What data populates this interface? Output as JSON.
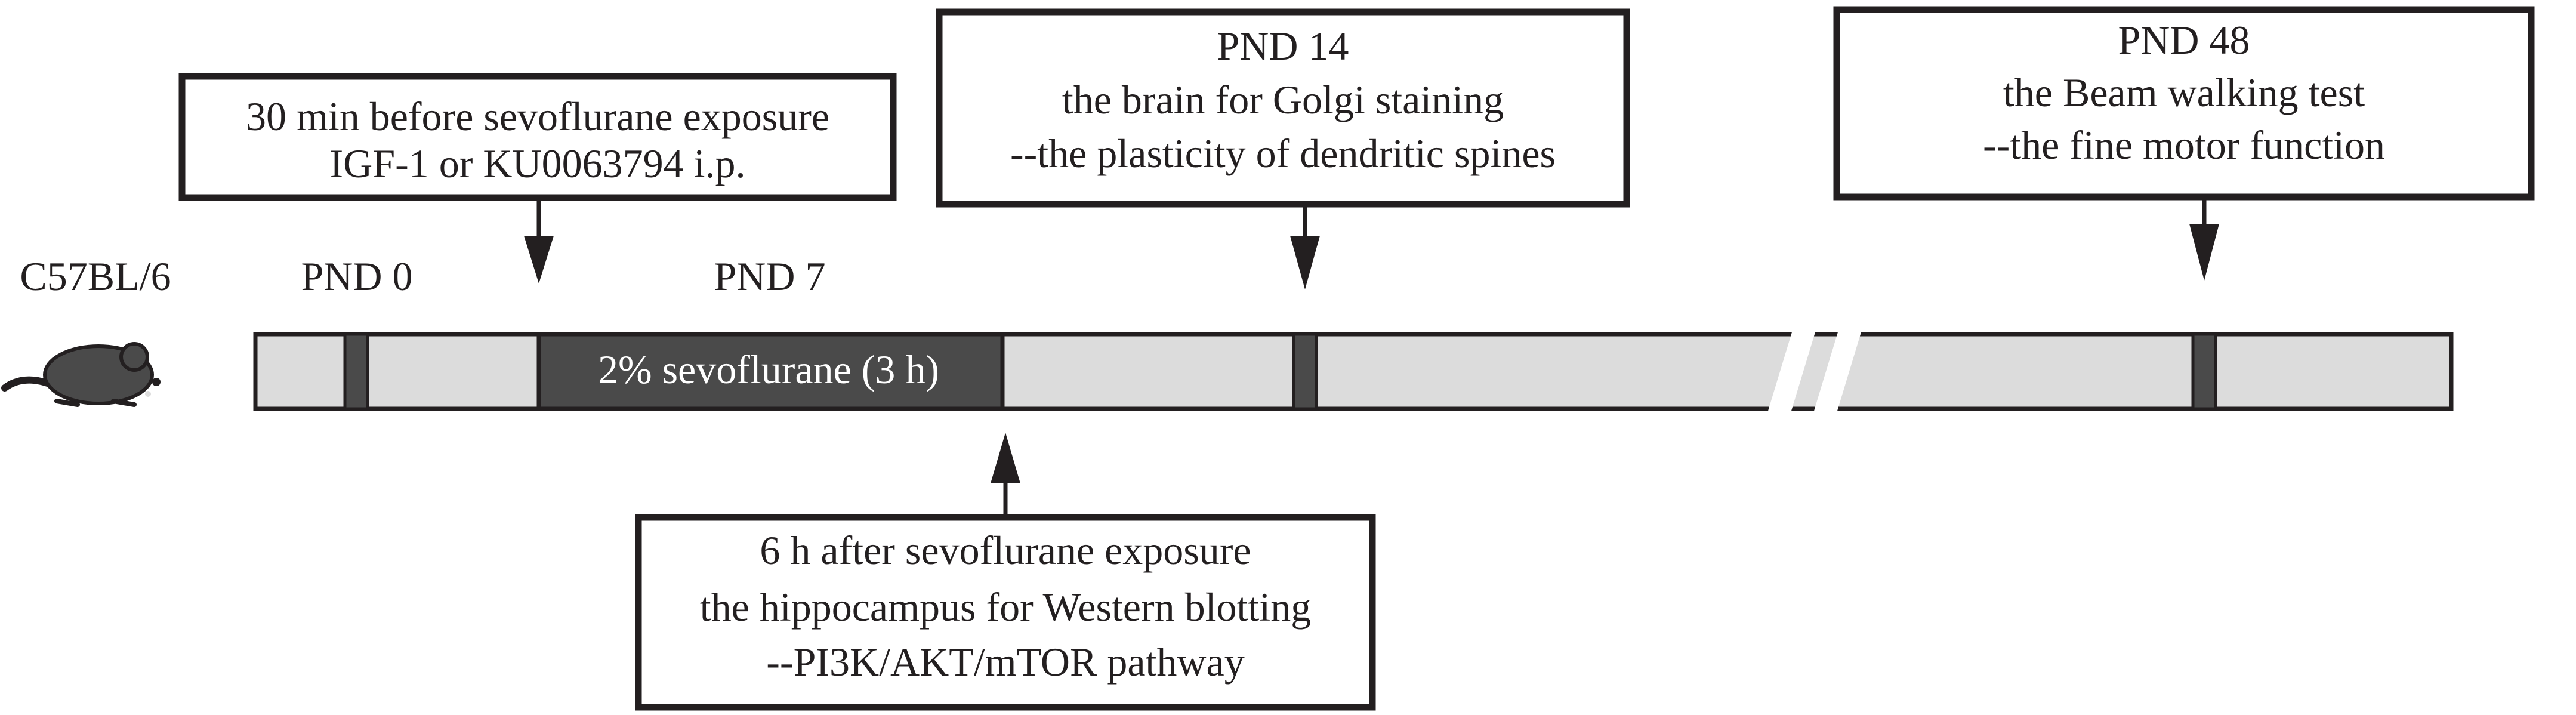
{
  "strain_label": "C57BL/6",
  "day_labels": {
    "pnd0": "PND 0",
    "pnd7": "PND 7"
  },
  "treatment_label": "2% sevoflurane  (3 h)",
  "boxes": {
    "pretreatment": {
      "line1": "30 min before sevoflurane exposure",
      "line2": "IGF-1 or KU0063794  i.p."
    },
    "western": {
      "line1": "6 h after sevoflurane exposure",
      "line2": "the hippocampus for Western blotting",
      "line3": "--PI3K/AKT/mTOR pathway"
    },
    "pnd14": {
      "line1": "PND 14",
      "line2": "the brain for Golgi staining",
      "line3": "--the plasticity of dendritic spines"
    },
    "pnd48": {
      "line1": "PND 48",
      "line2": "the Beam walking test",
      "line3": "--the fine motor function"
    }
  },
  "colors": {
    "timeline_fill": "#dcdcdc",
    "marker": "#4a4a4a",
    "outline": "#231f20",
    "mouse": "#4a4a4a"
  },
  "icons": {
    "animal": "mouse-icon",
    "axis_break": "axis-break-icon"
  }
}
